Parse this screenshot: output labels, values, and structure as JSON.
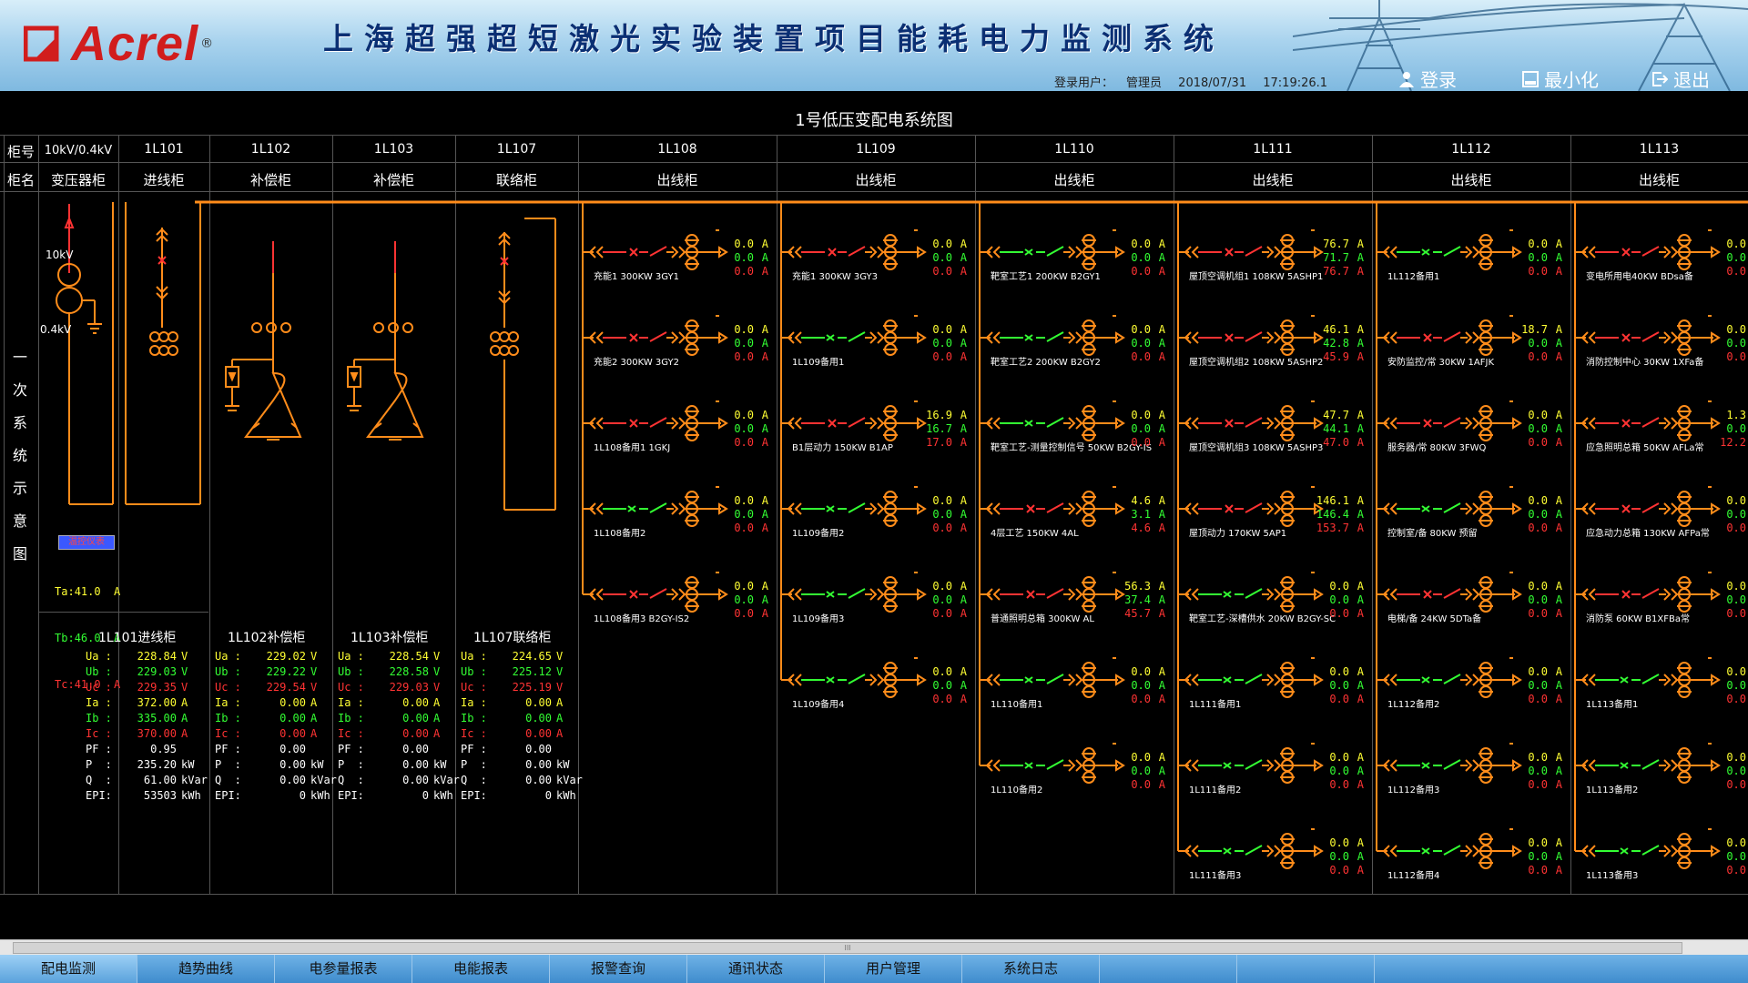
{
  "header": {
    "logo_text": "Acrel",
    "logo_reg": "®",
    "title": "上海超强超短激光实验装置项目能耗电力监测系统",
    "login_label": "登录用户：",
    "login_user": "管理员",
    "date": "2018/07/31",
    "time": "17:19:26.1",
    "btn_login": "登录",
    "btn_minimize": "最小化",
    "btn_exit": "退出"
  },
  "diagram_title": "1号低压变配电系统图",
  "left_header": {
    "row1": "柜号",
    "row2": "柜名",
    "side_text": [
      "一",
      "次",
      "系",
      "统",
      "示",
      "意",
      "图"
    ]
  },
  "transformer": {
    "no": "10kV/0.4kV",
    "name": "变压器柜",
    "hv": "10kV",
    "lv": "0.4kV",
    "tag": "温控仪表",
    "temps": [
      {
        "k": "Ta:",
        "v": "41.0",
        "u": "A"
      },
      {
        "k": "Tb:",
        "v": "46.0",
        "u": "A"
      },
      {
        "k": "Tc:",
        "v": "41.0",
        "u": "A"
      }
    ]
  },
  "cabinets": [
    {
      "no": "1L101",
      "name": "进线柜"
    },
    {
      "no": "1L102",
      "name": "补偿柜"
    },
    {
      "no": "1L103",
      "name": "补偿柜"
    },
    {
      "no": "1L107",
      "name": "联络柜"
    },
    {
      "no": "1L108",
      "name": "出线柜"
    },
    {
      "no": "1L109",
      "name": "出线柜"
    },
    {
      "no": "1L110",
      "name": "出线柜"
    },
    {
      "no": "1L111",
      "name": "出线柜"
    },
    {
      "no": "1L112",
      "name": "出线柜"
    },
    {
      "no": "1L113",
      "name": "出线柜"
    }
  ],
  "meters": [
    {
      "title": "1L101进线柜",
      "rows": [
        {
          "k": "Ua :",
          "v": "228.84",
          "u": "V",
          "c": "y"
        },
        {
          "k": "Ub :",
          "v": "229.03",
          "u": "V",
          "c": "g"
        },
        {
          "k": "Uc :",
          "v": "229.35",
          "u": "V",
          "c": "r"
        },
        {
          "k": "Ia :",
          "v": "372.00",
          "u": "A",
          "c": "y"
        },
        {
          "k": "Ib :",
          "v": "335.00",
          "u": "A",
          "c": "g"
        },
        {
          "k": "Ic :",
          "v": "370.00",
          "u": "A",
          "c": "r"
        },
        {
          "k": "PF :",
          "v": "0.95",
          "u": "",
          "c": "t"
        },
        {
          "k": "P  :",
          "v": "235.20",
          "u": "kW",
          "c": "t"
        },
        {
          "k": "Q  :",
          "v": "61.00",
          "u": "kVar",
          "c": "t"
        },
        {
          "k": "EPI:",
          "v": "53503",
          "u": "kWh",
          "c": "t"
        }
      ]
    },
    {
      "title": "1L102补偿柜",
      "rows": [
        {
          "k": "Ua :",
          "v": "229.02",
          "u": "V",
          "c": "y"
        },
        {
          "k": "Ub :",
          "v": "229.22",
          "u": "V",
          "c": "g"
        },
        {
          "k": "Uc :",
          "v": "229.54",
          "u": "V",
          "c": "r"
        },
        {
          "k": "Ia :",
          "v": "0.00",
          "u": "A",
          "c": "y"
        },
        {
          "k": "Ib :",
          "v": "0.00",
          "u": "A",
          "c": "g"
        },
        {
          "k": "Ic :",
          "v": "0.00",
          "u": "A",
          "c": "r"
        },
        {
          "k": "PF :",
          "v": "0.00",
          "u": "",
          "c": "t"
        },
        {
          "k": "P  :",
          "v": "0.00",
          "u": "kW",
          "c": "t"
        },
        {
          "k": "Q  :",
          "v": "0.00",
          "u": "kVar",
          "c": "t"
        },
        {
          "k": "EPI:",
          "v": "0",
          "u": "kWh",
          "c": "t"
        }
      ]
    },
    {
      "title": "1L103补偿柜",
      "rows": [
        {
          "k": "Ua :",
          "v": "228.54",
          "u": "V",
          "c": "y"
        },
        {
          "k": "Ub :",
          "v": "228.58",
          "u": "V",
          "c": "g"
        },
        {
          "k": "Uc :",
          "v": "229.03",
          "u": "V",
          "c": "r"
        },
        {
          "k": "Ia :",
          "v": "0.00",
          "u": "A",
          "c": "y"
        },
        {
          "k": "Ib :",
          "v": "0.00",
          "u": "A",
          "c": "g"
        },
        {
          "k": "Ic :",
          "v": "0.00",
          "u": "A",
          "c": "r"
        },
        {
          "k": "PF :",
          "v": "0.00",
          "u": "",
          "c": "t"
        },
        {
          "k": "P  :",
          "v": "0.00",
          "u": "kW",
          "c": "t"
        },
        {
          "k": "Q  :",
          "v": "0.00",
          "u": "kVar",
          "c": "t"
        },
        {
          "k": "EPI:",
          "v": "0",
          "u": "kWh",
          "c": "t"
        }
      ]
    },
    {
      "title": "1L107联络柜",
      "rows": [
        {
          "k": "Ua :",
          "v": "224.65",
          "u": "V",
          "c": "y"
        },
        {
          "k": "Ub :",
          "v": "225.12",
          "u": "V",
          "c": "g"
        },
        {
          "k": "Uc :",
          "v": "225.19",
          "u": "V",
          "c": "r"
        },
        {
          "k": "Ia :",
          "v": "0.00",
          "u": "A",
          "c": "y"
        },
        {
          "k": "Ib :",
          "v": "0.00",
          "u": "A",
          "c": "g"
        },
        {
          "k": "Ic :",
          "v": "0.00",
          "u": "A",
          "c": "r"
        },
        {
          "k": "PF :",
          "v": "0.00",
          "u": "",
          "c": "t"
        },
        {
          "k": "P  :",
          "v": "0.00",
          "u": "kW",
          "c": "t"
        },
        {
          "k": "Q  :",
          "v": "0.00",
          "u": "kVar",
          "c": "t"
        },
        {
          "k": "EPI:",
          "v": "0",
          "u": "kWh",
          "c": "t"
        }
      ]
    }
  ],
  "feeder_columns": [
    {
      "feeders": [
        {
          "label": "充能1 300KW 3GY1",
          "a": "0.0",
          "b": "0.0",
          "c": "0.0",
          "sw": "r"
        },
        {
          "label": "充能2 300KW 3GY2",
          "a": "0.0",
          "b": "0.0",
          "c": "0.0",
          "sw": "r"
        },
        {
          "label": "1L108备用1 1GKJ",
          "a": "0.0",
          "b": "0.0",
          "c": "0.0",
          "sw": "r"
        },
        {
          "label": "1L108备用2",
          "a": "0.0",
          "b": "0.0",
          "c": "0.0",
          "sw": "g"
        },
        {
          "label": "1L108备用3 B2GY-IS2",
          "a": "0.0",
          "b": "0.0",
          "c": "0.0",
          "sw": "r"
        }
      ]
    },
    {
      "feeders": [
        {
          "label": "充能1 300KW 3GY3",
          "a": "0.0",
          "b": "0.0",
          "c": "0.0",
          "sw": "r"
        },
        {
          "label": "1L109备用1",
          "a": "0.0",
          "b": "0.0",
          "c": "0.0",
          "sw": "g"
        },
        {
          "label": "B1层动力 150KW B1AP",
          "a": "16.9",
          "b": "16.7",
          "c": "17.0",
          "sw": "r"
        },
        {
          "label": "1L109备用2",
          "a": "0.0",
          "b": "0.0",
          "c": "0.0",
          "sw": "g"
        },
        {
          "label": "1L109备用3",
          "a": "0.0",
          "b": "0.0",
          "c": "0.0",
          "sw": "g"
        },
        {
          "label": "1L109备用4",
          "a": "0.0",
          "b": "0.0",
          "c": "0.0",
          "sw": "g"
        }
      ]
    },
    {
      "feeders": [
        {
          "label": "靶室工艺1 200KW B2GY1",
          "a": "0.0",
          "b": "0.0",
          "c": "0.0",
          "sw": "g"
        },
        {
          "label": "靶室工艺2 200KW B2GY2",
          "a": "0.0",
          "b": "0.0",
          "c": "0.0",
          "sw": "g"
        },
        {
          "label": "靶室工艺-测量控制信号 50KW B2GY-IS",
          "a": "0.0",
          "b": "0.0",
          "c": "0.0",
          "sw": "g"
        },
        {
          "label": "4层工艺 150KW 4AL",
          "a": "4.6",
          "b": "3.1",
          "c": "4.6",
          "sw": "r"
        },
        {
          "label": "普通照明总箱 300KW AL",
          "a": "56.3",
          "b": "37.4",
          "c": "45.7",
          "sw": "r"
        },
        {
          "label": "1L110备用1",
          "a": "0.0",
          "b": "0.0",
          "c": "0.0",
          "sw": "g"
        },
        {
          "label": "1L110备用2",
          "a": "0.0",
          "b": "0.0",
          "c": "0.0",
          "sw": "g"
        }
      ]
    },
    {
      "feeders": [
        {
          "label": "屋顶空调机组1 108KW 5ASHP1",
          "a": "76.7",
          "b": "71.7",
          "c": "76.7",
          "sw": "r"
        },
        {
          "label": "屋顶空调机组2 108KW 5ASHP2",
          "a": "46.1",
          "b": "42.8",
          "c": "45.9",
          "sw": "r"
        },
        {
          "label": "屋顶空调机组3 108KW 5ASHP3",
          "a": "47.7",
          "b": "44.1",
          "c": "47.0",
          "sw": "r"
        },
        {
          "label": "屋顶动力 170KW 5AP1",
          "a": "146.1",
          "b": "146.4",
          "c": "153.7",
          "sw": "r"
        },
        {
          "label": "靶室工艺-深槽供水 20KW B2GY-SC",
          "a": "0.0",
          "b": "0.0",
          "c": "0.0",
          "sw": "g"
        },
        {
          "label": "1L111备用1",
          "a": "0.0",
          "b": "0.0",
          "c": "0.0",
          "sw": "g"
        },
        {
          "label": "1L111备用2",
          "a": "0.0",
          "b": "0.0",
          "c": "0.0",
          "sw": "g"
        },
        {
          "label": "1L111备用3",
          "a": "0.0",
          "b": "0.0",
          "c": "0.0",
          "sw": "g"
        }
      ]
    },
    {
      "feeders": [
        {
          "label": "1L112备用1",
          "a": "0.0",
          "b": "0.0",
          "c": "0.0",
          "sw": "g"
        },
        {
          "label": "安防监控/常 30KW 1AFJK",
          "a": "18.7",
          "b": "0.0",
          "c": "0.0",
          "sw": "r"
        },
        {
          "label": "服务器/常 80KW 3FWQ",
          "a": "0.0",
          "b": "0.0",
          "c": "0.0",
          "sw": "r"
        },
        {
          "label": "控制室/备 80KW 预留",
          "a": "0.0",
          "b": "0.0",
          "c": "0.0",
          "sw": "g"
        },
        {
          "label": "电梯/备 24KW 5DTa备",
          "a": "0.0",
          "b": "0.0",
          "c": "0.0",
          "sw": "r"
        },
        {
          "label": "1L112备用2",
          "a": "0.0",
          "b": "0.0",
          "c": "0.0",
          "sw": "g"
        },
        {
          "label": "1L112备用3",
          "a": "0.0",
          "b": "0.0",
          "c": "0.0",
          "sw": "g"
        },
        {
          "label": "1L112备用4",
          "a": "0.0",
          "b": "0.0",
          "c": "0.0",
          "sw": "g"
        }
      ]
    },
    {
      "feeders": [
        {
          "label": "变电所用电40KW BDsa备",
          "a": "0.0",
          "b": "0.0",
          "c": "0.0",
          "sw": "r"
        },
        {
          "label": "消防控制中心 30KW 1XFa备",
          "a": "0.0",
          "b": "0.0",
          "c": "0.0",
          "sw": "r"
        },
        {
          "label": "应急照明总箱 50KW AFLa常",
          "a": "1.3",
          "b": "0.0",
          "c": "12.2",
          "sw": "r"
        },
        {
          "label": "应急动力总箱 130KW AFPa常",
          "a": "0.0",
          "b": "0.0",
          "c": "0.0",
          "sw": "r"
        },
        {
          "label": "消防泵 60KW B1XFBa常",
          "a": "0.0",
          "b": "0.0",
          "c": "0.0",
          "sw": "r"
        },
        {
          "label": "1L113备用1",
          "a": "0.0",
          "b": "0.0",
          "c": "0.0",
          "sw": "g"
        },
        {
          "label": "1L113备用2",
          "a": "0.0",
          "b": "0.0",
          "c": "0.0",
          "sw": "g"
        },
        {
          "label": "1L113备用3",
          "a": "0.0",
          "b": "0.0",
          "c": "0.0",
          "sw": "g"
        }
      ]
    }
  ],
  "unit_A": "A",
  "scroll_grip": "III",
  "tabs": [
    "配电监测",
    "趋势曲线",
    "电参量报表",
    "电能报表",
    "报警查询",
    "通讯状态",
    "用户管理",
    "系统日志",
    "",
    ""
  ],
  "colors": {
    "bus": "#ff8c1a",
    "phase_a": "#ffff33",
    "phase_b": "#33ff33",
    "phase_c": "#ff3333",
    "closed": "#ff3333",
    "open": "#33ff33"
  }
}
